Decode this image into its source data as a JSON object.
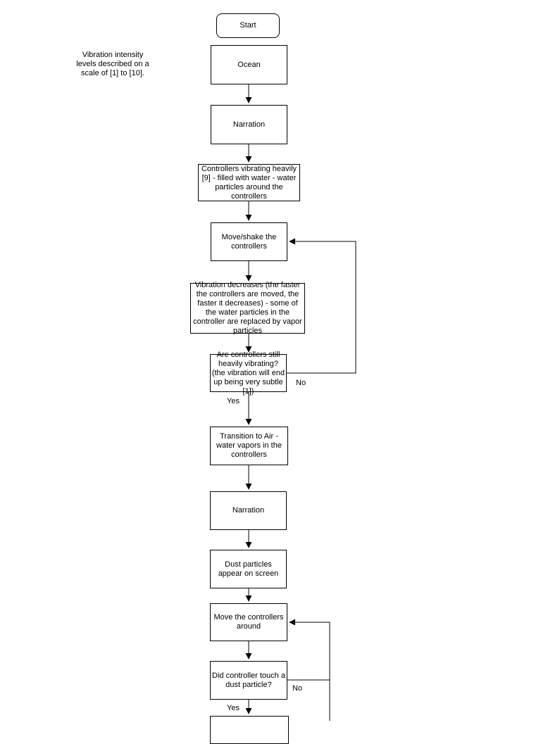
{
  "annotation": "Vibration intensity levels described on a scale of [1] to [10].",
  "nodes": {
    "start": "Start",
    "ocean": "Ocean",
    "narration1": "Narration",
    "controllers_vibrating": "Controllers vibrating heavily [9] - filled with water - water particles around the controllers",
    "move_shake": "Move/shake the controllers",
    "vibration_decreases": "Vibration decreases (the faster the controllers are moved, the faster it decreases) - some of the water particles in the controller are replaced by vapor particles",
    "still_vibrating": "Are controllers still heavily vibrating? (the vibration will end up being very subtle [1])",
    "transition_air": "Transition to Air - water vapors in the controllers",
    "narration2": "Narration",
    "dust_particles": "Dust particles appear on screen",
    "move_controllers": "Move the controllers around",
    "touch_dust": "Did controller touch a dust particle?"
  },
  "edge_labels": {
    "still_vibrating_yes": "Yes",
    "still_vibrating_no": "No",
    "touch_dust_yes": "Yes",
    "touch_dust_no": "No"
  },
  "colors": {
    "node_border": "#000000",
    "node_fill": "#ffffff",
    "text": "#000000",
    "background": "#ffffff"
  }
}
